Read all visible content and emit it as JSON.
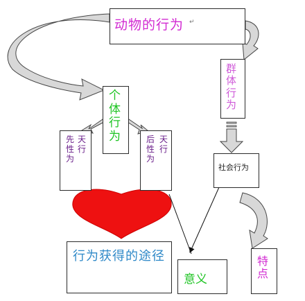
{
  "nodes": {
    "animal_behavior": "动物的行为",
    "group_behavior": [
      "群",
      "体",
      "行",
      "为"
    ],
    "individual_behavior": [
      "个",
      "体",
      "行",
      "为"
    ],
    "innate_behavior": {
      "col1": [
        "天",
        "行"
      ],
      "col2": [
        "先",
        "性",
        "为"
      ]
    },
    "learned_behavior": {
      "col1": [
        "后",
        "性",
        "为"
      ],
      "col2": [
        "天",
        "行"
      ]
    },
    "social_behavior": "社会行为",
    "acquisition_ways": "行为获得的途径",
    "significance": "意义",
    "features": [
      "特",
      "点"
    ]
  },
  "colors": {
    "title_magenta": "#d22ad2",
    "green": "#1fc424",
    "blue": "#2f89c8",
    "purple": "#6a1f8a",
    "heart_red": "#ee1111",
    "arrow_gray": "#d8d8d8"
  }
}
